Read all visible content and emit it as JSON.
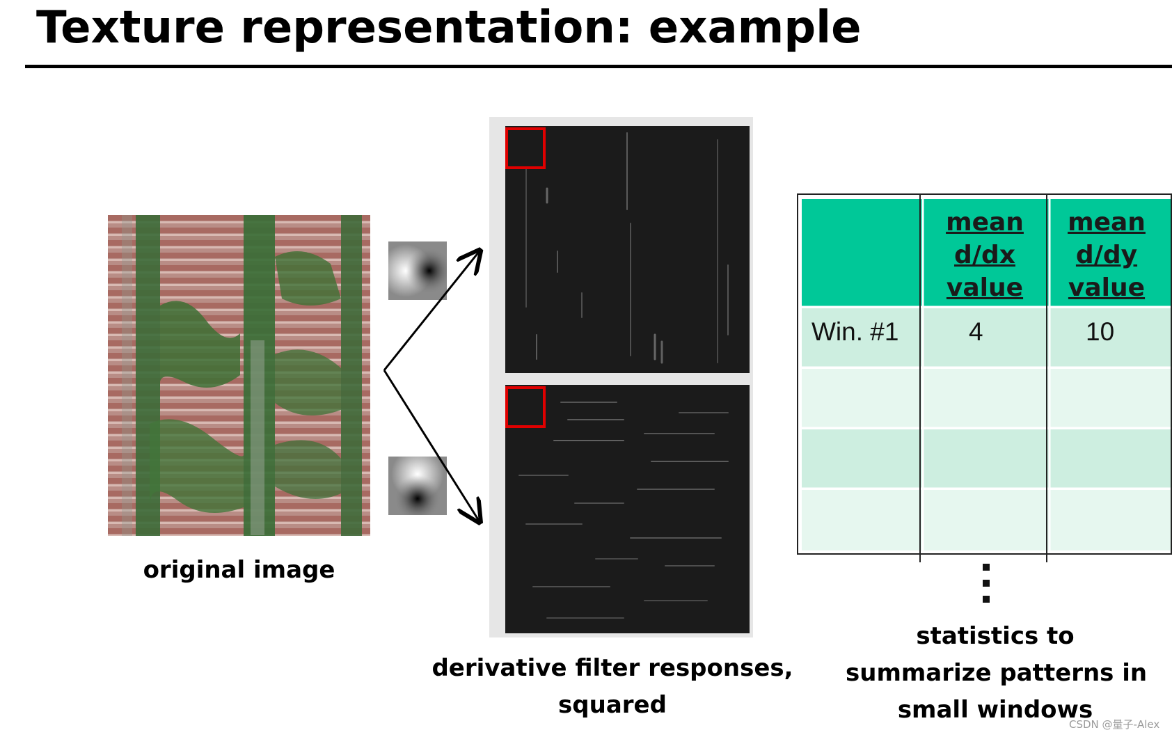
{
  "slide": {
    "title": "Texture representation: example"
  },
  "captions": {
    "original": "original image",
    "responses_line1": "derivative filter responses,",
    "responses_line2": "squared",
    "stats_line1": "statistics to",
    "stats_line2": "summarize patterns in",
    "stats_line3": "small windows"
  },
  "table": {
    "headers": [
      "",
      [
        "mean",
        "d/dx",
        "value"
      ],
      [
        "mean",
        "d/dy",
        "value"
      ]
    ],
    "rows": [
      [
        "Win. #1",
        "4",
        "10"
      ],
      [
        "",
        "",
        ""
      ],
      [
        "",
        "",
        ""
      ],
      [
        "",
        "",
        ""
      ]
    ],
    "continuation": "⋮"
  },
  "filters": [
    {
      "name": "horizontal-derivative",
      "icon": "dx-kernel-icon"
    },
    {
      "name": "vertical-derivative",
      "icon": "dy-kernel-icon"
    }
  ],
  "colors": {
    "header_green": "#00c898",
    "row_dark": "#cdeee0",
    "row_light": "#e6f7ef",
    "window_box": "#e00000",
    "response_bg": "#1b1b1b"
  },
  "watermark": "CSDN @量子-Alex"
}
